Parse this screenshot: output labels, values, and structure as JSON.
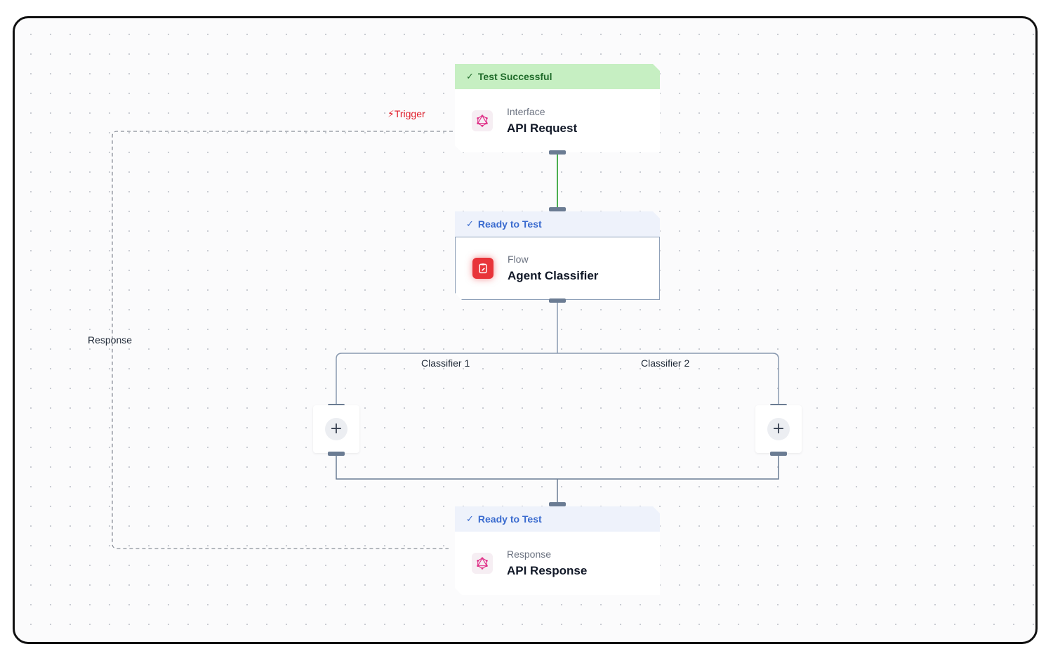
{
  "workflow": {
    "trigger_label": "Trigger",
    "response_label": "Response",
    "nodes": [
      {
        "status": "Test Successful",
        "kind": "Interface",
        "name": "API Request"
      },
      {
        "status": "Ready to Test",
        "kind": "Flow",
        "name": "Agent Classifier"
      },
      {
        "status": "Ready to Test",
        "kind": "Response",
        "name": "API Response"
      }
    ],
    "branches": [
      {
        "label": "Classifier 1",
        "add_symbol": "+"
      },
      {
        "label": "Classifier 2",
        "add_symbol": "+"
      }
    ]
  },
  "colors": {
    "success_banner": "#c6efc2",
    "ready_banner": "#eef2fb",
    "ready_text": "#3a6bcf",
    "trigger": "#e11d2a",
    "edge_active": "#4caf50",
    "edge_default": "#8a9ab0"
  },
  "icons": {
    "interface_node": "graphql-icon",
    "flow_node": "clipboard-edit-icon",
    "response_node": "graphql-icon",
    "trigger": "lightning-icon",
    "status": "check-icon",
    "add": "plus-icon"
  }
}
